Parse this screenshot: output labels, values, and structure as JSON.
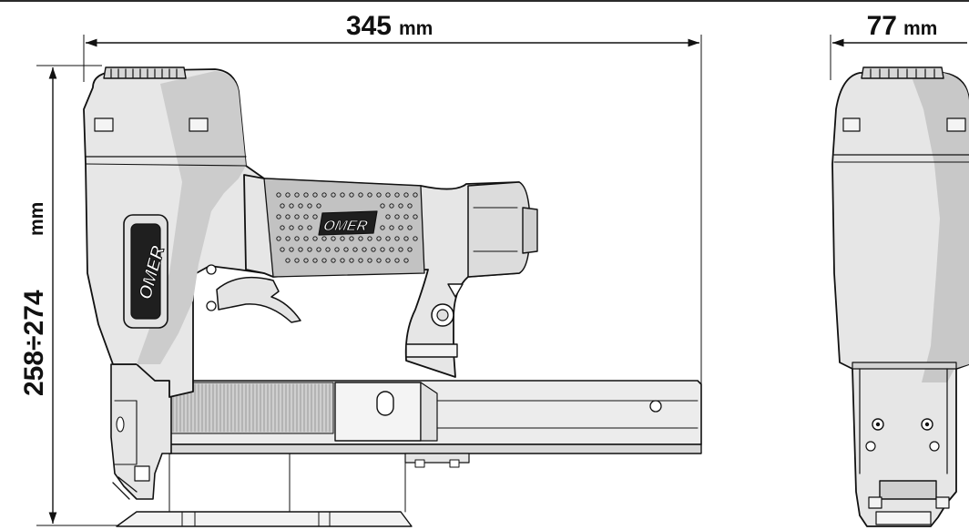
{
  "dimensions": {
    "length": {
      "value": "345",
      "unit": "mm"
    },
    "width": {
      "value": "77",
      "unit": "mm"
    },
    "height": {
      "value": "258÷274",
      "unit": "mm"
    }
  },
  "brand_logo_text": "OMER",
  "colors": {
    "line": "#111111",
    "body_fill": "#e4e4e4",
    "shadow_fill": "#c9c9c9",
    "grip_fill": "#bdbdbd",
    "frame_border": "#2b2b2b"
  }
}
